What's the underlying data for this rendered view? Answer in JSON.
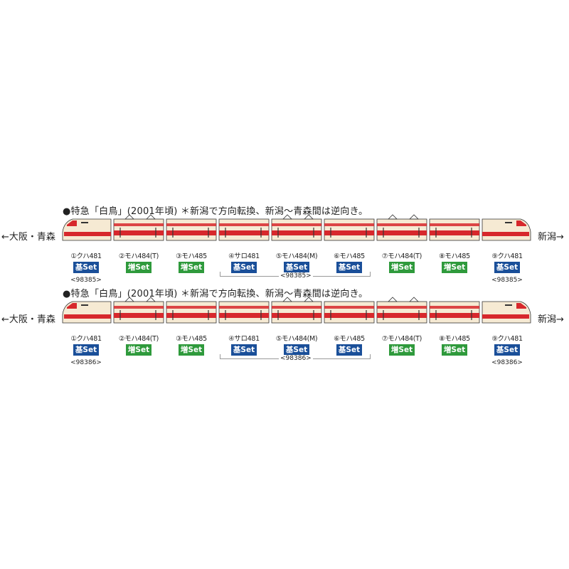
{
  "formations": [
    {
      "title": "●特急「白鳥」(2001年頃) ＊新潟で方向転換、新潟〜青森間は逆向き。",
      "left_label": "←大阪・青森",
      "right_label": "新潟→",
      "cars": [
        {
          "name": "①クハ481",
          "set": "基Set",
          "set_type": "kihon",
          "code": "<98385>"
        },
        {
          "name": "②モハ484(T)",
          "set": "増Set",
          "set_type": "zou",
          "code": ""
        },
        {
          "name": "③モハ485",
          "set": "増Set",
          "set_type": "zou",
          "code": ""
        },
        {
          "name": "④サロ481",
          "set": "基Set",
          "set_type": "kihon",
          "code": ""
        },
        {
          "name": "⑤モハ484(M)",
          "set": "基Set",
          "set_type": "kihon",
          "code": ""
        },
        {
          "name": "⑥モハ485",
          "set": "基Set",
          "set_type": "kihon",
          "code": ""
        },
        {
          "name": "⑦モハ484(T)",
          "set": "増Set",
          "set_type": "zou",
          "code": ""
        },
        {
          "name": "⑧モハ485",
          "set": "増Set",
          "set_type": "zou",
          "code": ""
        },
        {
          "name": "⑨クハ481",
          "set": "基Set",
          "set_type": "kihon",
          "code": "<98385>"
        }
      ],
      "bracket_label": "<98385>"
    },
    {
      "title": "●特急「白鳥」(2001年頃) ＊新潟で方向転換、新潟〜青森間は逆向き。",
      "left_label": "←大阪・青森",
      "right_label": "新潟→",
      "cars": [
        {
          "name": "①クハ481",
          "set": "基Set",
          "set_type": "kihon",
          "code": "<98386>"
        },
        {
          "name": "②モハ484(T)",
          "set": "増Set",
          "set_type": "zou",
          "code": ""
        },
        {
          "name": "③モハ485",
          "set": "増Set",
          "set_type": "zou",
          "code": ""
        },
        {
          "name": "④サロ481",
          "set": "基Set",
          "set_type": "kihon",
          "code": ""
        },
        {
          "name": "⑤モハ484(M)",
          "set": "基Set",
          "set_type": "kihon",
          "code": ""
        },
        {
          "name": "⑥モハ485",
          "set": "基Set",
          "set_type": "kihon",
          "code": ""
        },
        {
          "name": "⑦モハ484(T)",
          "set": "増Set",
          "set_type": "zou",
          "code": ""
        },
        {
          "name": "⑧モハ485",
          "set": "増Set",
          "set_type": "zou",
          "code": ""
        },
        {
          "name": "⑨クハ481",
          "set": "基Set",
          "set_type": "kihon",
          "code": "<98386>"
        }
      ],
      "bracket_label": "<98386>"
    }
  ],
  "colors": {
    "body_cream": "#f6ead3",
    "stripe_red": "#d7282c",
    "outline": "#333333",
    "kihon_blue": "#1a4f99",
    "zou_green": "#2f9a3c"
  }
}
